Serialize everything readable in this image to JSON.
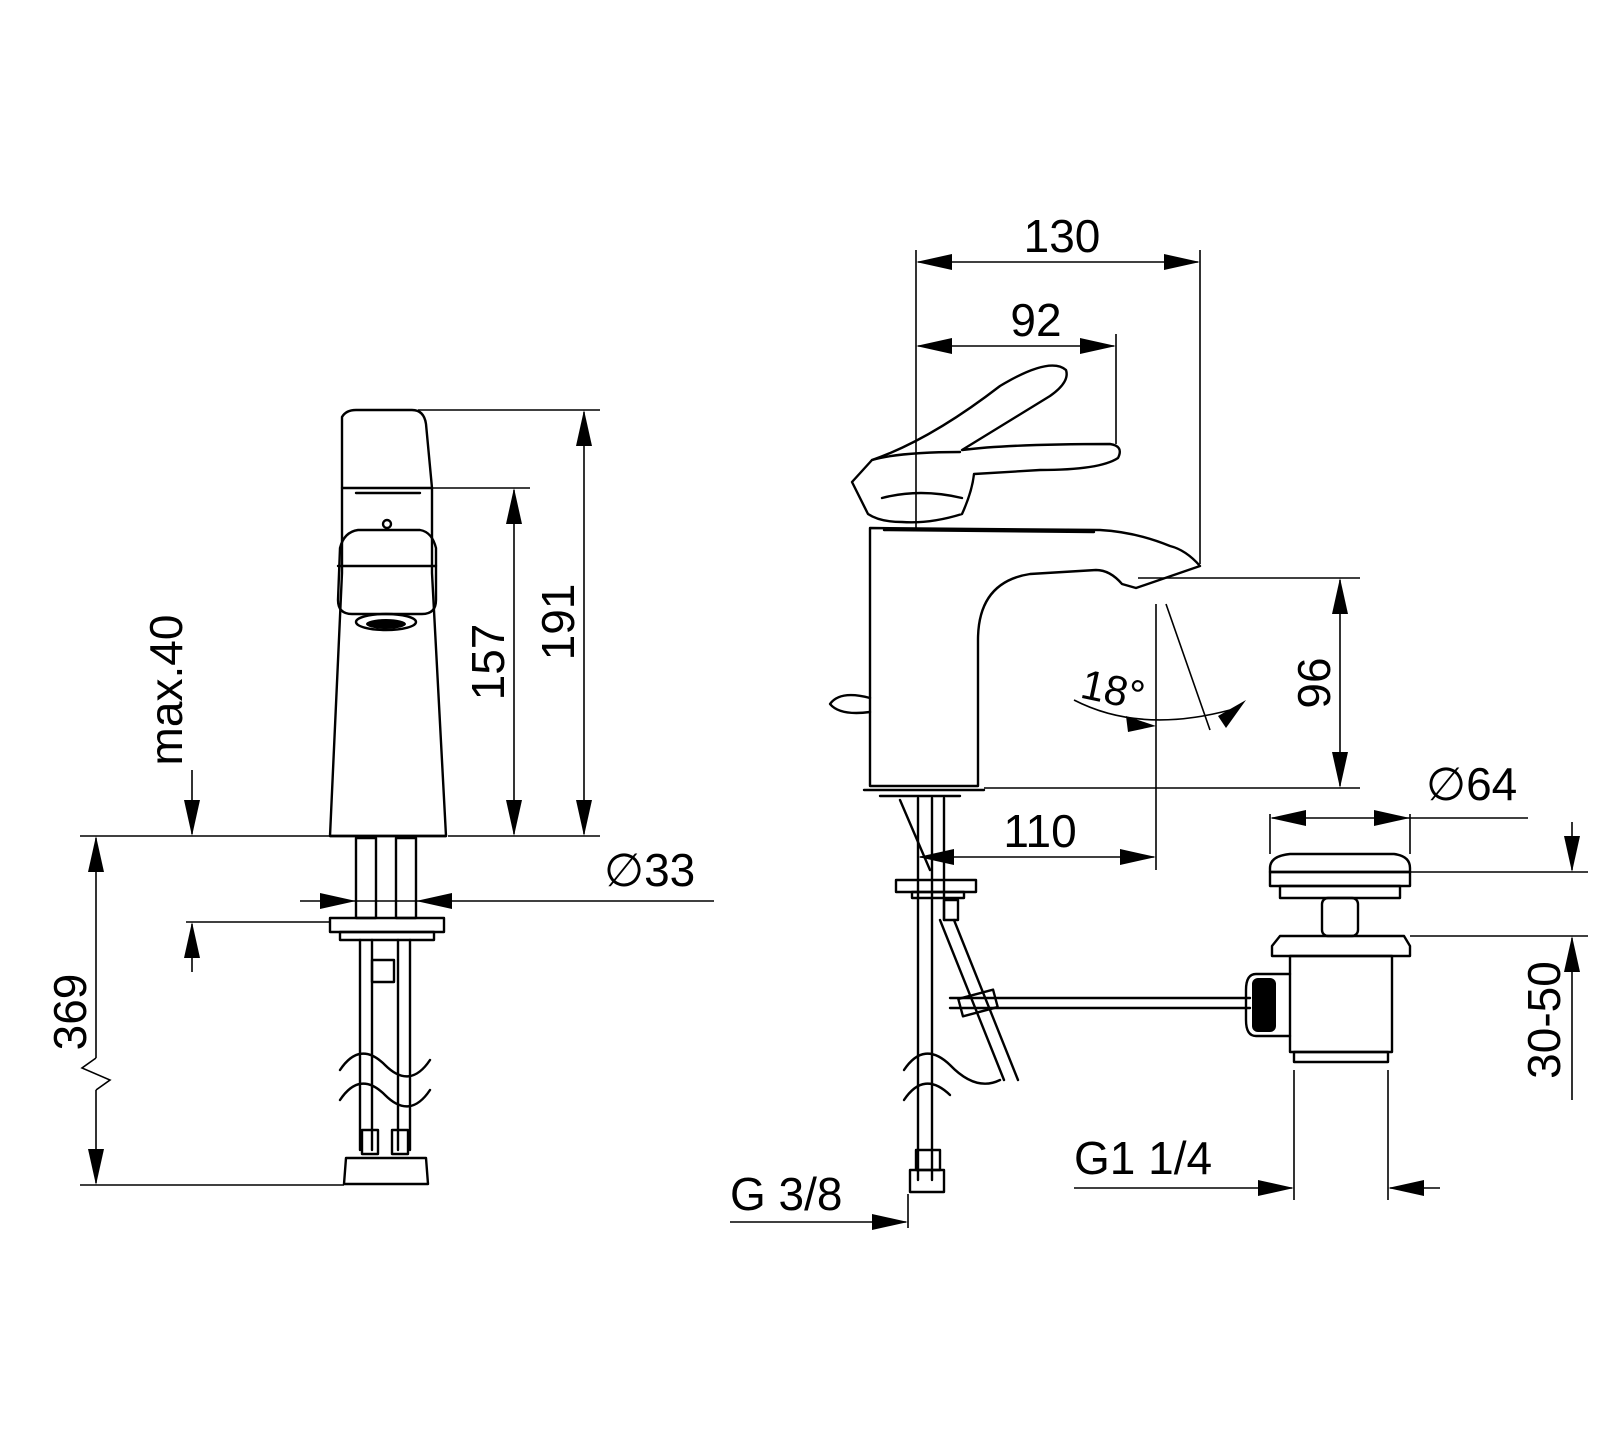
{
  "dimensions": {
    "front": {
      "height_total": "191",
      "height_outlet": "157",
      "max_deck": "max.40",
      "hose_length": "369",
      "hole_diameter": "∅33"
    },
    "side": {
      "reach_total": "130",
      "lever_reach": "92",
      "spout_height": "96",
      "spout_reach": "110",
      "angle": "18°",
      "drain_diameter": "∅64",
      "drain_range": "30-50",
      "drain_thread": "G1 1/4",
      "supply_thread": "G 3/8"
    }
  }
}
